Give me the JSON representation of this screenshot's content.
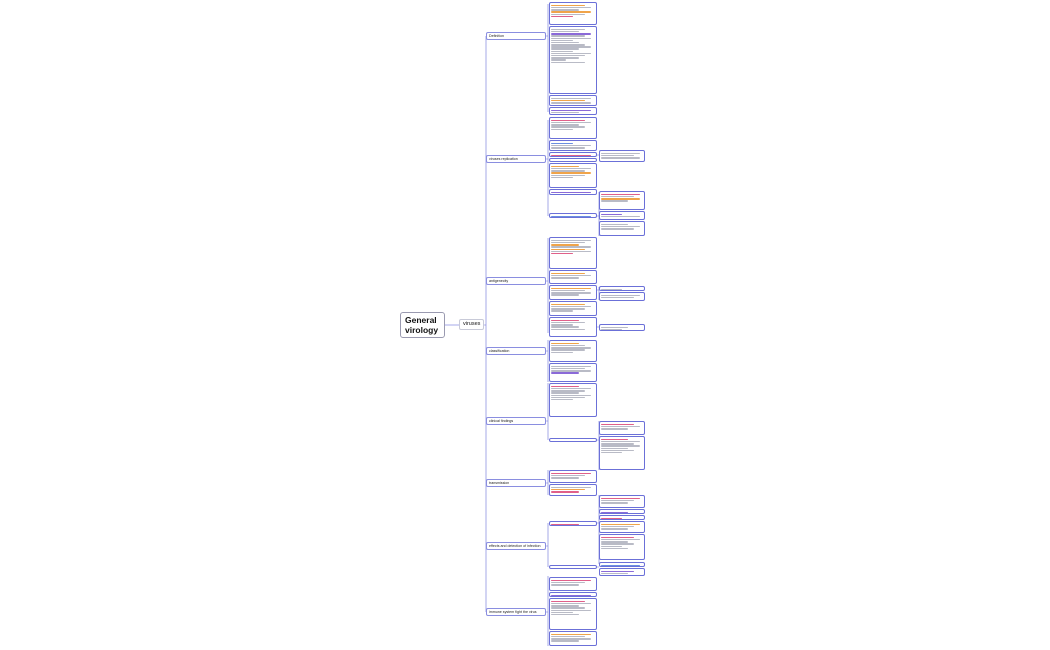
{
  "root": {
    "label": "General virology"
  },
  "central": {
    "label": "viruses"
  },
  "branches": [
    {
      "label": "Definition"
    },
    {
      "label": "viruses replication"
    },
    {
      "label": "antigenecity"
    },
    {
      "label": "classification"
    },
    {
      "label": "clinical findings"
    },
    {
      "label": "transmission"
    },
    {
      "label": "effects and detection of infection"
    },
    {
      "label": "immune system fight the virus"
    }
  ]
}
